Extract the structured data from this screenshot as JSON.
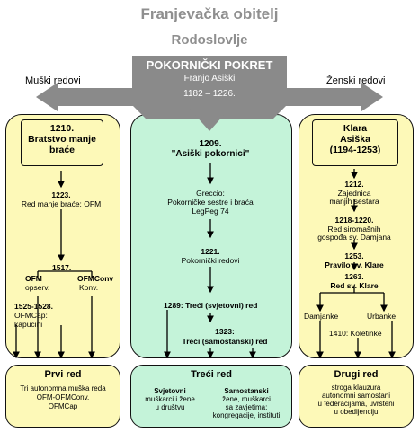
{
  "header": {
    "title": "Franjevačka obitelj",
    "subtitle": "Rodoslovlje"
  },
  "banner": {
    "title": "POKORNIČKI POKRET",
    "founder": "Franjo Asiški",
    "years": "1182 – 1226."
  },
  "labels": {
    "left": "Muški redovi",
    "right": "Ženski redovi"
  },
  "left": {
    "box_year": "1210.",
    "box_line1": "Bratstvo manje",
    "box_line2": "braće",
    "e1223_year": "1223.",
    "e1223_text": "Red manje braće: OFM",
    "e1517": "1517.",
    "ofm": "OFM",
    "ofm_sub": "opserv.",
    "ofmconv": "OFMConv",
    "ofmconv_sub": "Konv.",
    "e1525_year": "1525-1528.",
    "e1525_line1": "OFMCap:",
    "e1525_line2": "kapucini"
  },
  "center": {
    "e1209_year": "1209.",
    "e1209_text": "\"Asiški pokornici\"",
    "greccio_line1": "Greccio:",
    "greccio_line2": "Pokorničke sestre i braća",
    "greccio_line3": "LegPeg 74",
    "e1221_year": "1221.",
    "e1221_text": "Pokornički redovi",
    "e1289": "1289: Treći (svjetovni) red",
    "e1323_year": "1323:",
    "e1323_text": "Treći (samostanski) red"
  },
  "right": {
    "box_line1": "Klara",
    "box_line2": "Asiška",
    "box_line3": "(1194-1253)",
    "e1212_year": "1212.",
    "e1212_line1": "Zajednica",
    "e1212_line2": "manjih sestara",
    "e1218_year": "1218-1220.",
    "e1218_line1": "Red siromašnih",
    "e1218_line2": "gospođa sv. Damjana",
    "e1253_year": "1253.",
    "e1253_text": "Pravilo sv. Klare",
    "e1263_year": "1263.",
    "e1263_text": "Red sv. Klare",
    "damjanke": "Damjanke",
    "urbanke": "Urbanke",
    "e1410": "1410: Koletinke"
  },
  "bottom": {
    "first": {
      "title": "Prvi red",
      "line1": "Tri autonomna muška reda",
      "line2": "OFM-OFMConv.",
      "line3": "OFMCap"
    },
    "third": {
      "title": "Treći red",
      "svj_title": "Svjetovni",
      "svj_line1": "muškarci i žene",
      "svj_line2": "u društvu",
      "sam_title": "Samostanski",
      "sam_line1": "žene, muškarci",
      "sam_line2": "sa zavjetima;",
      "sam_line3": "kongregacije, instituti"
    },
    "second": {
      "title": "Drugi red",
      "line1": "stroga klauzura",
      "line2": "autonomni samostani",
      "line3": "u federacijama, uvršteni",
      "line4": "u obedijenciju"
    }
  },
  "colors": {
    "yellow": "#fdf9b8",
    "green": "#c4f3d9",
    "banner_gray": "#8a8a8a",
    "title_gray": "#8f8f8f"
  }
}
